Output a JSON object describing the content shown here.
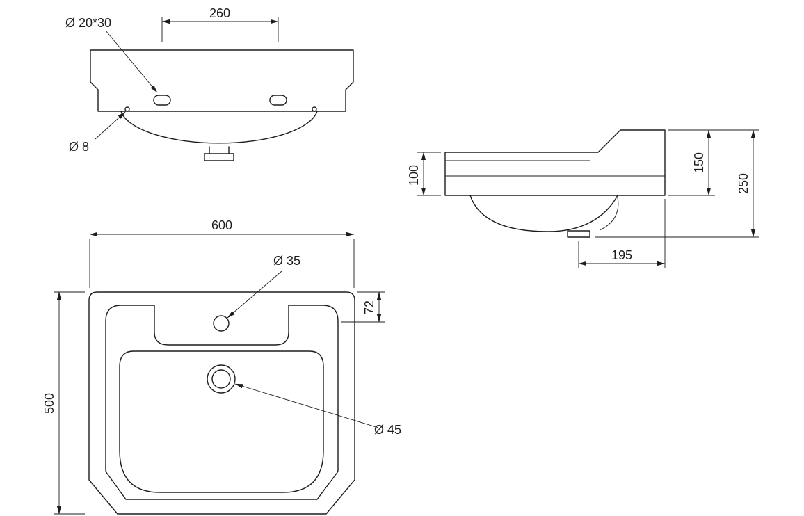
{
  "front_view": {
    "hole_spacing_dim": "260",
    "tap_slot_label": "Ø 20*30",
    "fixing_hole_label": "Ø 8"
  },
  "side_view": {
    "front_height_dim": "100",
    "back_height_dim": "150",
    "overall_height_dim": "250",
    "depth_dim": "195"
  },
  "plan_view": {
    "overall_width_dim": "600",
    "overall_depth_dim": "500",
    "ledge_depth_dim": "72",
    "tap_hole_label": "Ø 35",
    "waste_hole_label": "Ø 45"
  }
}
